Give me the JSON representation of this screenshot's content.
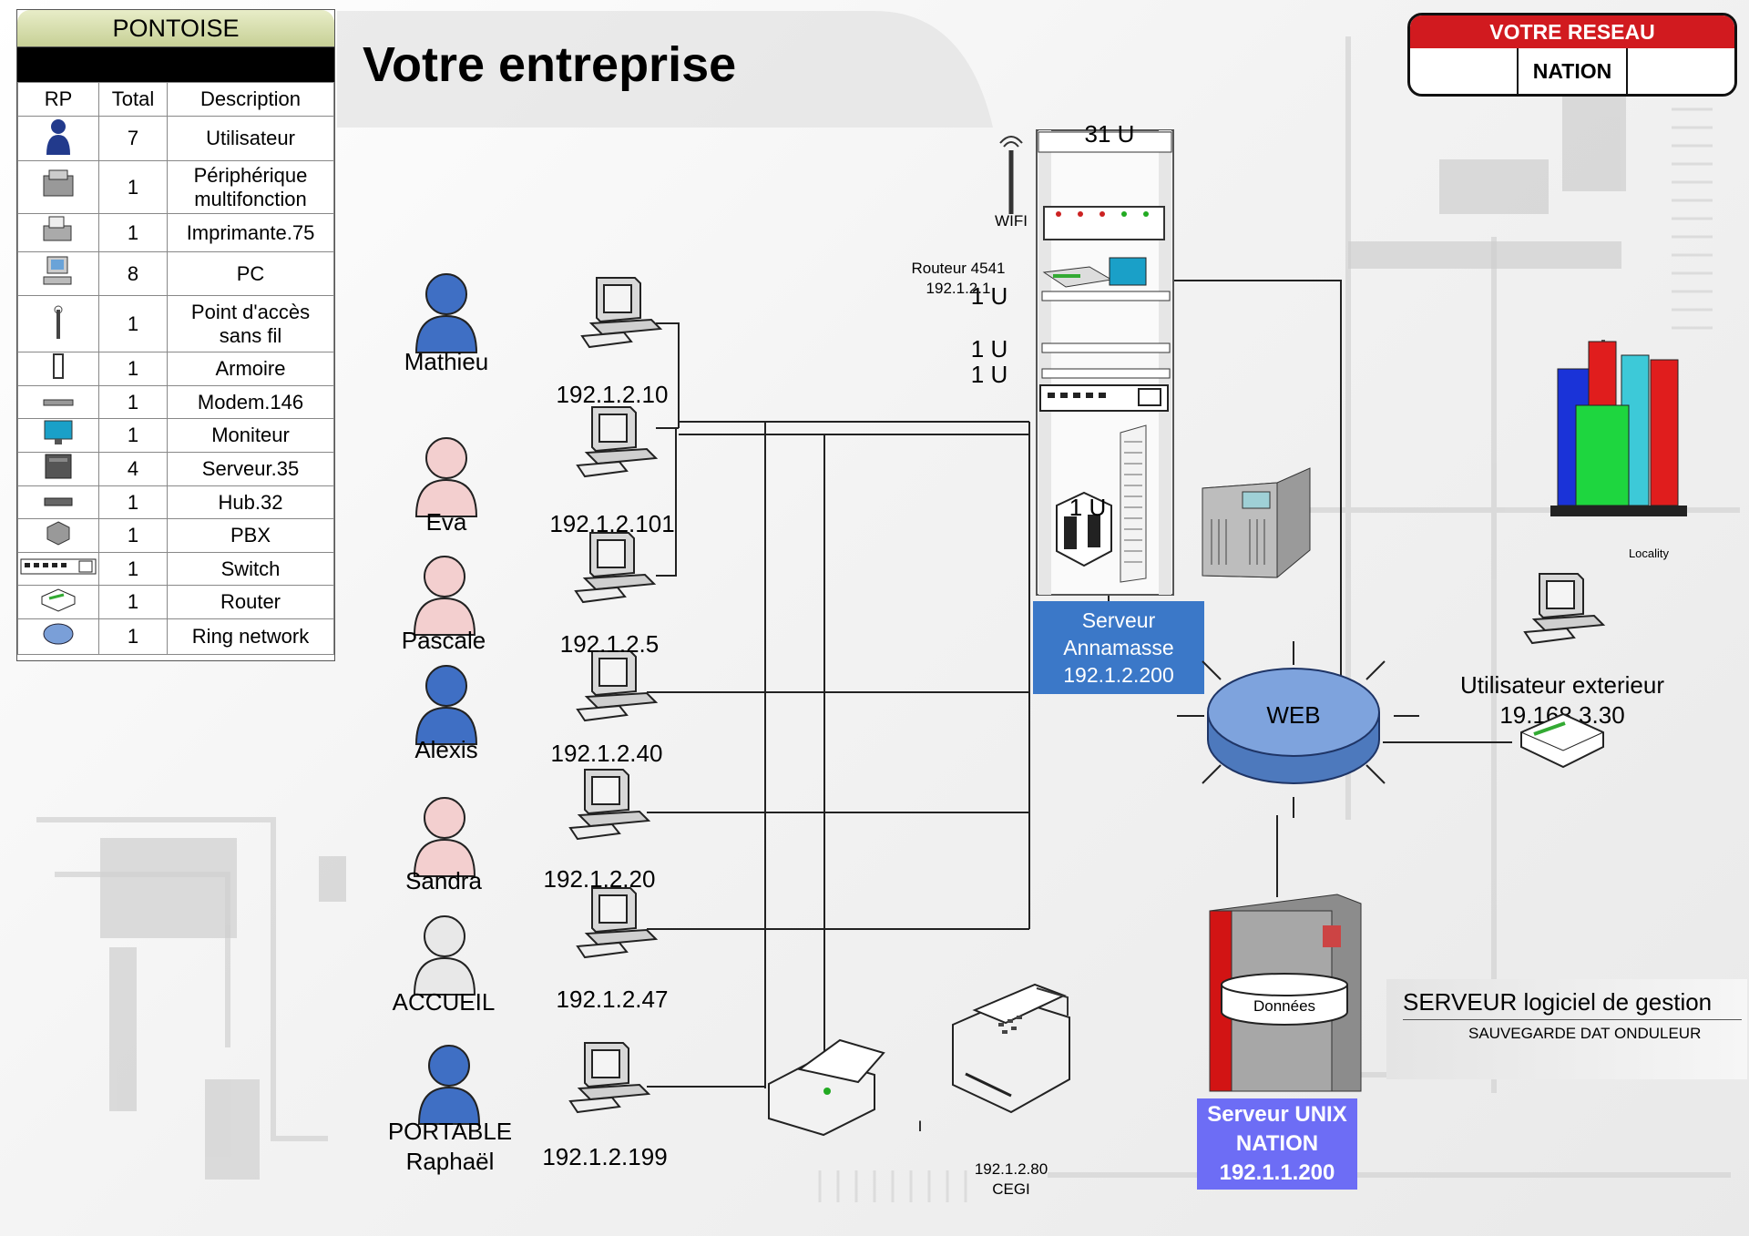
{
  "title": "Votre entreprise",
  "legend": {
    "site": "PONTOISE",
    "headers": {
      "rp": "RP",
      "total": "Total",
      "description": "Description"
    },
    "rows": [
      {
        "icon": "user-icon",
        "total": "7",
        "label": "Utilisateur"
      },
      {
        "icon": "multifunction-device-icon",
        "total": "1",
        "label": "Périphérique multifonction"
      },
      {
        "icon": "printer-icon",
        "total": "1",
        "label": "Imprimante.75"
      },
      {
        "icon": "pc-icon",
        "total": "8",
        "label": "PC"
      },
      {
        "icon": "wireless-access-point-icon",
        "total": "1",
        "label": "Point d'accès sans fil"
      },
      {
        "icon": "cabinet-icon",
        "total": "1",
        "label": "Armoire"
      },
      {
        "icon": "modem-icon",
        "total": "1",
        "label": "Modem.146"
      },
      {
        "icon": "monitor-icon",
        "total": "1",
        "label": "Moniteur"
      },
      {
        "icon": "server-icon",
        "total": "4",
        "label": "Serveur.35"
      },
      {
        "icon": "hub-icon",
        "total": "1",
        "label": "Hub.32"
      },
      {
        "icon": "pbx-icon",
        "total": "1",
        "label": "PBX"
      },
      {
        "icon": "switch-icon",
        "total": "1",
        "label": "Switch"
      },
      {
        "icon": "router-icon",
        "total": "1",
        "label": "Router"
      },
      {
        "icon": "ring-network-icon",
        "total": "1",
        "label": "Ring network"
      }
    ]
  },
  "network_box": {
    "header": "VOTRE RESEAU",
    "site": "NATION"
  },
  "users": [
    {
      "name": "Mathieu",
      "ip": "192.1.2.10",
      "color": "#3f6fc4"
    },
    {
      "name": "Eva",
      "ip": "192.1.2.101",
      "color": "#f3cfcf"
    },
    {
      "name": "Pascale",
      "ip": "192.1.2.5",
      "color": "#f3cfcf"
    },
    {
      "name": "Alexis",
      "ip": "192.1.2.40",
      "color": "#3f6fc4"
    },
    {
      "name": "Sandra",
      "ip": "192.1.2.20",
      "color": "#f3cfcf"
    },
    {
      "name": "ACCUEIL",
      "ip": "192.1.2.47",
      "color": "#e8e8e8"
    },
    {
      "name": "PORTABLE Raphaël",
      "ip": "192.1.2.199",
      "color": "#3f6fc4"
    }
  ],
  "rack": {
    "height_label": "31 U",
    "wifi_label": "WIFI",
    "router_label": "Routeur 4541",
    "router_ip": "192.1.2.1",
    "unit_labels": [
      "1 U",
      "1 U",
      "1 U",
      "1 U"
    ]
  },
  "server_annamasse": {
    "line1": "Serveur",
    "line2": "Annamasse",
    "line3": "192.1.2.200"
  },
  "web": "WEB",
  "external": {
    "line1": "Utilisateur exterieur",
    "line2": "19.168.3.30"
  },
  "locality": "Locality",
  "unix_server": {
    "db_label": "Données",
    "line1": "Serveur UNIX",
    "line2": "NATION",
    "line3": "192.1.1.200"
  },
  "printer": {
    "ip": "192.1.2.80",
    "name": "CEGI",
    "mark": "I"
  },
  "gestion": {
    "title": "SERVEUR logiciel de gestion",
    "subtitle": "SAUVEGARDE DAT  ONDULEUR"
  },
  "colors": {
    "accent_red": "#d11a1f",
    "server_blue": "#3b78c8",
    "unix_purple": "#6d6df5",
    "legend_header": "#c7d096"
  }
}
